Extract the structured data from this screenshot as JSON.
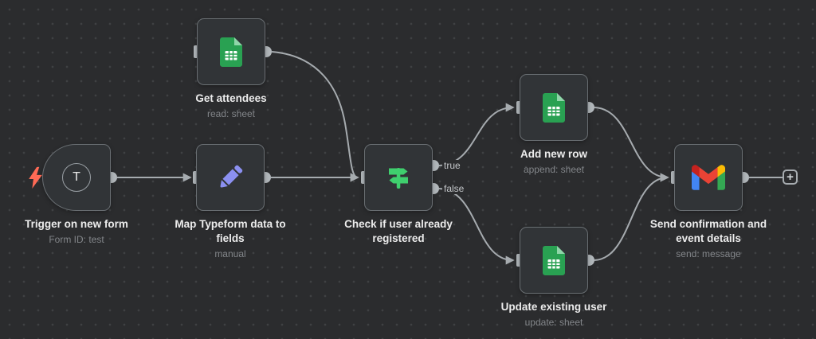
{
  "workflow": {
    "nodes": [
      {
        "title": "Trigger on new form",
        "subtitle": "Form ID: test",
        "icon": "typeform-trigger",
        "icon_letter": "T"
      },
      {
        "title": "Get attendees",
        "subtitle": "read: sheet",
        "icon": "google-sheets"
      },
      {
        "title": "Map Typeform data to fields",
        "subtitle": "manual",
        "icon": "pencil"
      },
      {
        "title": "Check if user already registered",
        "icon": "if-signpost",
        "outputs": [
          "true",
          "false"
        ]
      },
      {
        "title": "Add new row",
        "subtitle": "append: sheet",
        "icon": "google-sheets"
      },
      {
        "title": "Update existing user",
        "subtitle": "update: sheet",
        "icon": "google-sheets"
      },
      {
        "title": "Send confirmation and event details",
        "subtitle": "send: message",
        "icon": "gmail"
      }
    ],
    "add_node_button": "+",
    "colors": {
      "canvas_bg": "#2b2c2e",
      "grid_dot": "#3f4143",
      "node_bg": "#313437",
      "node_border": "#696e72",
      "edge_gray": "#a6abaf",
      "title_text": "#ececec",
      "subtitle_text": "#828589",
      "sheets_green": "#29a152",
      "sheets_fold": "#90d6a9",
      "if_green": "#3fcf6e",
      "pencil_purple": "#8b90f1",
      "bolt_red": "#ff6a55",
      "gmail_blue": "#4285f4",
      "gmail_green": "#34a853",
      "gmail_yellow": "#fbbc04",
      "gmail_red": "#ea4335"
    }
  }
}
